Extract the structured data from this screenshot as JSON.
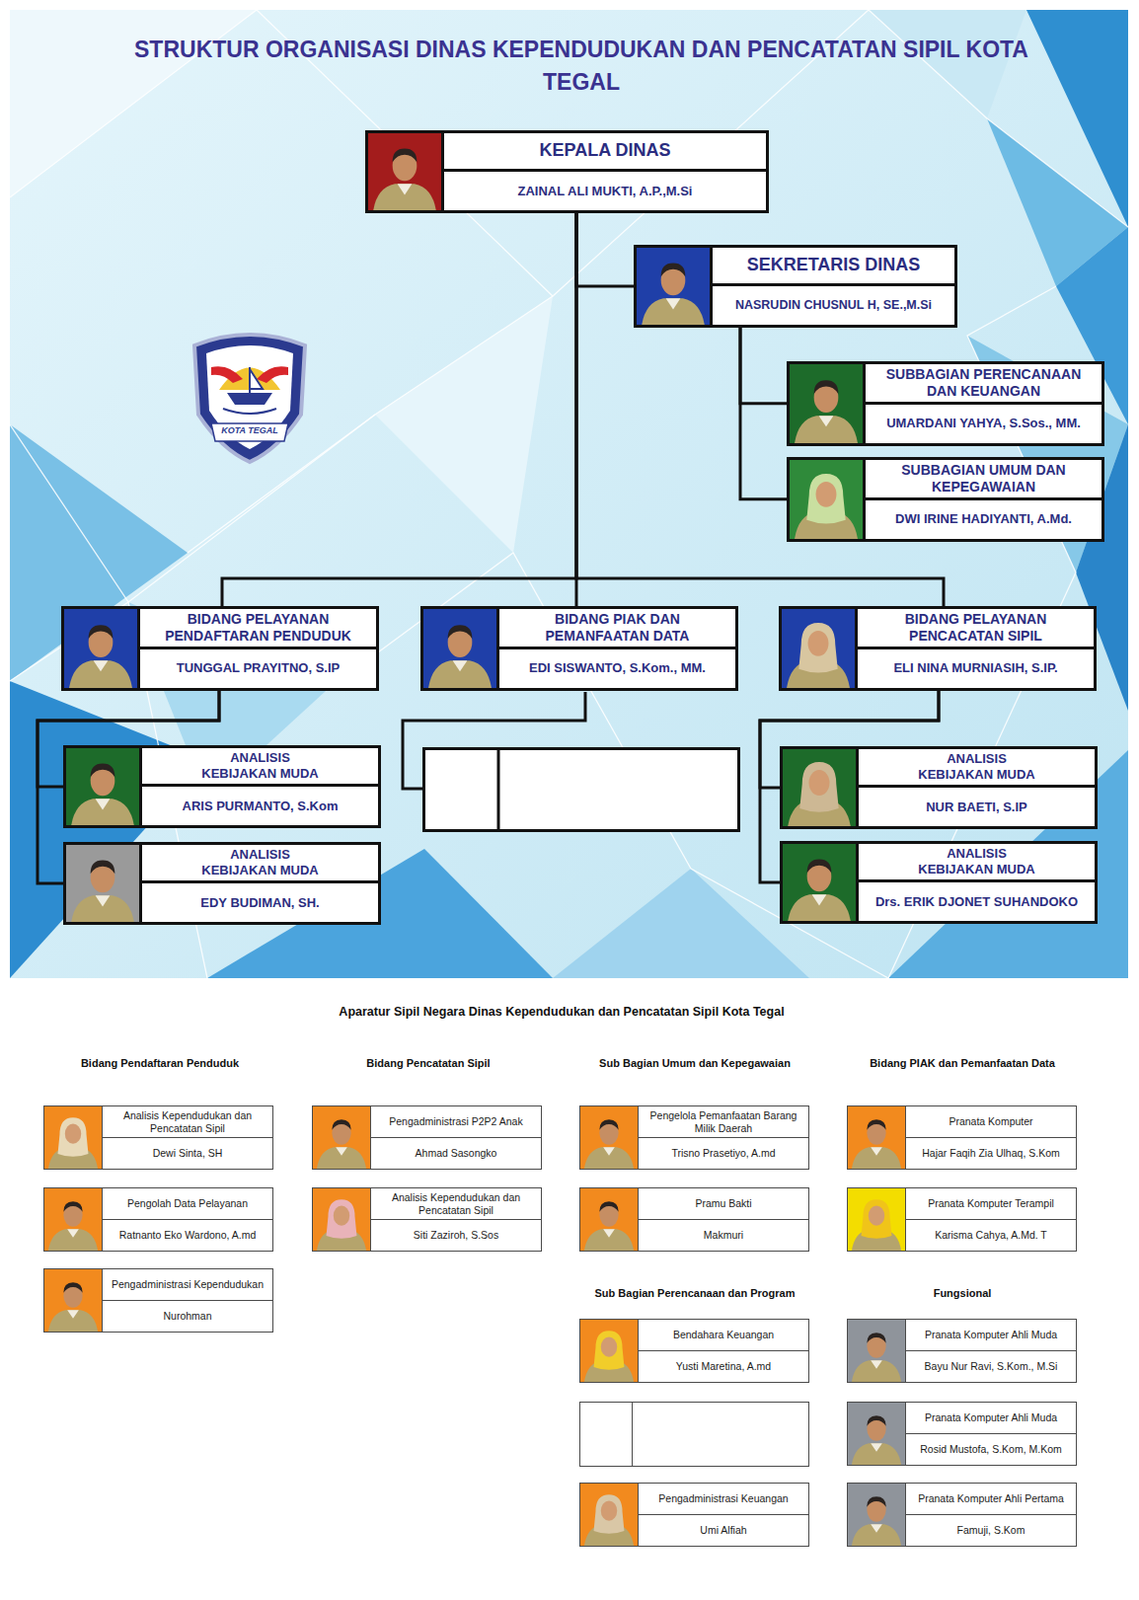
{
  "diagram": {
    "title": "STRUKTUR ORGANISASI DINAS KEPENDUDUKAN DAN PENCATATAN SIPIL KOTA TEGAL",
    "nodes": [
      {
        "text": [
          "KEPALA DINAS",
          "ZAINAL ALI MUKTI, A.P.,M.Si"
        ]
      },
      {
        "text": [
          "SEKRETARIS DINAS",
          "NASRUDIN CHUSNUL H, SE.,M.Si"
        ]
      },
      {
        "text": [
          "SUBBAGIAN PERENCANAAN DAN KEUANGAN",
          "UMARDANI YAHYA, S.Sos., MM."
        ]
      },
      {
        "text": [
          "SUBBAGIAN UMUM DAN KEPEGAWAIAN",
          "DWI IRINE HADIYANTI, A.Md."
        ]
      },
      {
        "text": [
          "BIDANG PELAYANAN PENDAFTARAN PENDUDUK",
          "TUNGGAL PRAYITNO, S.IP"
        ]
      },
      {
        "text": [
          "BIDANG PIAK DAN PEMANFAATAN DATA",
          "EDI SISWANTO, S.Kom., MM."
        ]
      },
      {
        "text": [
          "BIDANG PELAYANAN PENCACATAN SIPIL",
          "ELI NINA MURNIASIH, S.IP."
        ]
      },
      {
        "text": [
          "ANALISIS KEBIJAKAN MUDA",
          "ARIS PURMANTO, S.Kom"
        ]
      },
      {
        "text": [
          "ANALISIS KEBIJAKAN MUDA",
          "EDY BUDIMAN, SH."
        ]
      },
      {
        "text": [
          "ANALISIS KEBIJAKAN MUDA",
          "NUR BAETI, S.IP"
        ]
      },
      {
        "text": [
          "ANALISIS KEBIJAKAN MUDA",
          "Drs. ERIK DJONET SUHANDOKO"
        ]
      },
      {
        "text": [
          "Analisis Kependudukan dan Pencatatan Sipil",
          "Dewi Sinta, SH"
        ]
      },
      {
        "text": [
          "Pengolah Data Pelayanan",
          "Ratnanto Eko Wardono, A.md"
        ]
      },
      {
        "text": [
          "Pengadministrasi Kependudukan",
          "Nurohman"
        ]
      },
      {
        "text": [
          "Pengadministrasi P2P2 Anak",
          "Ahmad Sasongko"
        ]
      },
      {
        "text": [
          "Analisis Kependudukan dan Pencatatan Sipil",
          "Siti Zaziroh, S.Sos"
        ]
      },
      {
        "text": [
          "Pengelola Pemanfaatan Barang Milik Daerah",
          "Trisno Prasetiyo, A.md"
        ]
      },
      {
        "text": [
          "Pramu Bakti",
          "Makmuri"
        ]
      },
      {
        "text": [
          "Bendahara Keuangan",
          "Yusti Maretina, A.md"
        ]
      },
      {
        "text": [
          "Pengadministrasi Keuangan",
          "Umi Alfiah"
        ]
      },
      {
        "text": [
          "Pranata Komputer",
          "Hajar Faqih Zia Ulhaq, S.Kom"
        ]
      },
      {
        "text": [
          "Pranata Komputer Terampil",
          "Karisma Cahya, A.Md. T"
        ]
      },
      {
        "text": [
          "Pranata Komputer Ahli Muda",
          "Bayu Nur Ravi, S.Kom., M.Si"
        ]
      },
      {
        "text": [
          "Pranata Komputer Ahli Muda",
          "Rosid Mustofa, S.Kom, M.Kom"
        ]
      },
      {
        "text": [
          "Pranata Komputer Ahli Pertama",
          "Famuji, S.Kom"
        ]
      }
    ],
    "edges": [
      {
        "from": 0,
        "to": 1,
        "arrow": "none"
      },
      {
        "from": 1,
        "to": 2,
        "arrow": "none"
      },
      {
        "from": 1,
        "to": 3,
        "arrow": "none"
      },
      {
        "from": 0,
        "to": 4,
        "arrow": "none"
      },
      {
        "from": 0,
        "to": 5,
        "arrow": "none"
      },
      {
        "from": 0,
        "to": 6,
        "arrow": "none"
      },
      {
        "from": 4,
        "to": 7,
        "arrow": "none"
      },
      {
        "from": 4,
        "to": 8,
        "arrow": "none"
      },
      {
        "from": 6,
        "to": 9,
        "arrow": "none"
      },
      {
        "from": 6,
        "to": 10,
        "arrow": "none"
      }
    ],
    "labels": [
      "KOTA TEGAL",
      "Aparatur Sipil Negara Dinas Kependudukan dan Pencatatan Sipil Kota Tegal",
      "Bidang Pendaftaran Penduduk",
      "Bidang Pencatatan Sipil",
      "Sub Bagian Umum dan Kepegawaian",
      "Bidang PIAK dan Pemanfaatan Data",
      "Sub Bagian Perencanaan dan Program",
      "Fungsional"
    ]
  }
}
